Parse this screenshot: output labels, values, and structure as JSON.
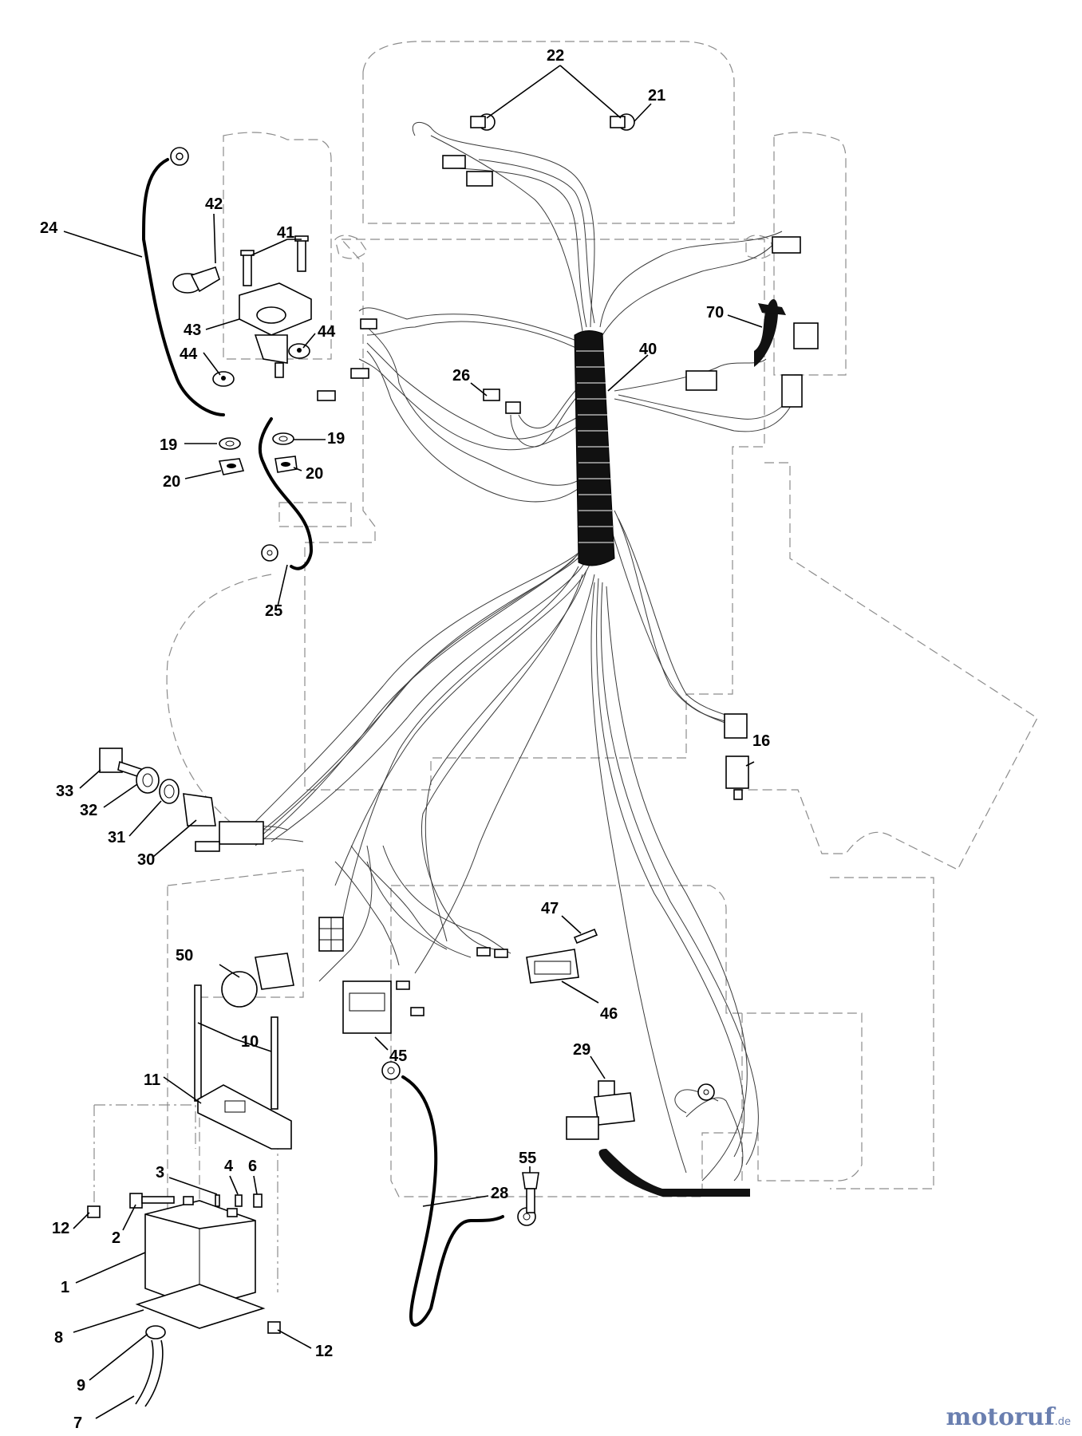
{
  "watermark": {
    "main": "motoruf",
    "suffix": ".de"
  },
  "callouts": [
    {
      "id": "22",
      "text": "22"
    },
    {
      "id": "21",
      "text": "21"
    },
    {
      "id": "24",
      "text": "24"
    },
    {
      "id": "42",
      "text": "42"
    },
    {
      "id": "41",
      "text": "41"
    },
    {
      "id": "43",
      "text": "43"
    },
    {
      "id": "44a",
      "text": "44"
    },
    {
      "id": "44b",
      "text": "44"
    },
    {
      "id": "19a",
      "text": "19"
    },
    {
      "id": "19b",
      "text": "19"
    },
    {
      "id": "20a",
      "text": "20"
    },
    {
      "id": "20b",
      "text": "20"
    },
    {
      "id": "25",
      "text": "25"
    },
    {
      "id": "70",
      "text": "70"
    },
    {
      "id": "40",
      "text": "40"
    },
    {
      "id": "26",
      "text": "26"
    },
    {
      "id": "16",
      "text": "16"
    },
    {
      "id": "33",
      "text": "33"
    },
    {
      "id": "32",
      "text": "32"
    },
    {
      "id": "31",
      "text": "31"
    },
    {
      "id": "30",
      "text": "30"
    },
    {
      "id": "47",
      "text": "47"
    },
    {
      "id": "46",
      "text": "46"
    },
    {
      "id": "50",
      "text": "50"
    },
    {
      "id": "10",
      "text": "10"
    },
    {
      "id": "11",
      "text": "11"
    },
    {
      "id": "45",
      "text": "45"
    },
    {
      "id": "29",
      "text": "29"
    },
    {
      "id": "55",
      "text": "55"
    },
    {
      "id": "28",
      "text": "28"
    },
    {
      "id": "3",
      "text": "3"
    },
    {
      "id": "4",
      "text": "4"
    },
    {
      "id": "6",
      "text": "6"
    },
    {
      "id": "2",
      "text": "2"
    },
    {
      "id": "12a",
      "text": "12"
    },
    {
      "id": "12b",
      "text": "12"
    },
    {
      "id": "1",
      "text": "1"
    },
    {
      "id": "8",
      "text": "8"
    },
    {
      "id": "9",
      "text": "9"
    },
    {
      "id": "7",
      "text": "7"
    }
  ]
}
